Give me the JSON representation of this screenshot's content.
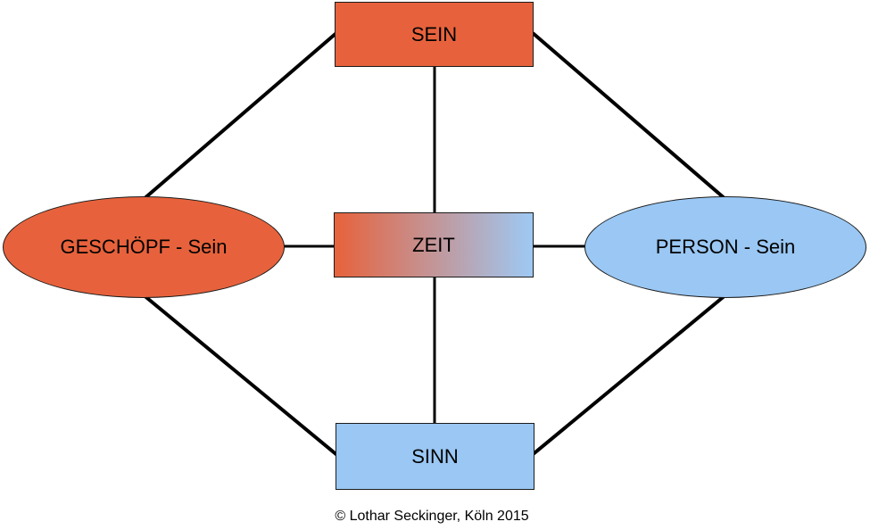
{
  "colors": {
    "background": "#ffffff",
    "orange": "#e7623c",
    "blue": "#9ac7f3",
    "gradient_left": "#e7623c",
    "gradient_right": "#9ec9f4",
    "line": "#000000",
    "border": "#1b1b1b",
    "text": "#000000"
  },
  "nodes": {
    "sein": {
      "label": "SEIN",
      "shape": "rect",
      "fill": "#e7623c"
    },
    "geschoepf": {
      "label": "GESCHÖPF - Sein",
      "shape": "ellipse",
      "fill": "#e7623c"
    },
    "zeit": {
      "label": "ZEIT",
      "shape": "rect",
      "fill_left": "#e7623c",
      "fill_right": "#9ec9f4"
    },
    "person": {
      "label": "PERSON - Sein",
      "shape": "ellipse",
      "fill": "#9ac7f3"
    },
    "sinn": {
      "label": "SINN",
      "shape": "rect",
      "fill": "#9ac7f3"
    }
  },
  "edges": [
    {
      "from": "sein",
      "to": "geschoepf"
    },
    {
      "from": "sein",
      "to": "person"
    },
    {
      "from": "sein",
      "to": "zeit"
    },
    {
      "from": "geschoepf",
      "to": "zeit"
    },
    {
      "from": "zeit",
      "to": "person"
    },
    {
      "from": "zeit",
      "to": "sinn"
    },
    {
      "from": "geschoepf",
      "to": "sinn"
    },
    {
      "from": "person",
      "to": "sinn"
    }
  ],
  "caption": "© Lothar Seckinger, Köln 2015"
}
